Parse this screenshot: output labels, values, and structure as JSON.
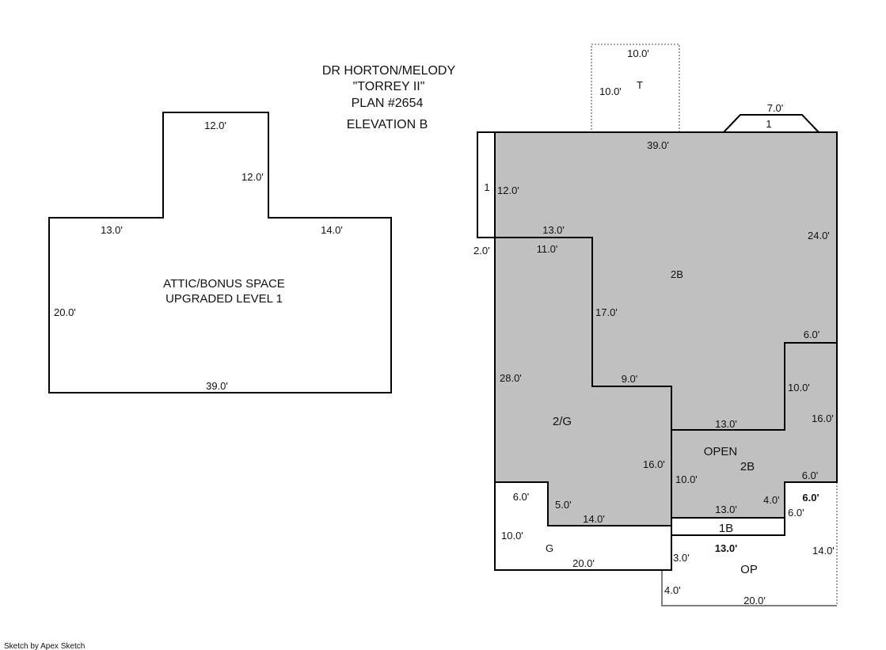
{
  "title": {
    "line1": "DR HORTON/MELODY",
    "line2": "\"TORREY II\"",
    "line3": "PLAN #2654",
    "line4": "ELEVATION B"
  },
  "attic": {
    "label1": "ATTIC/BONUS SPACE",
    "label2": "UPGRADED LEVEL 1",
    "dims": {
      "top": "12.0'",
      "inner_right": "12.0'",
      "left_step": "13.0'",
      "right_step": "14.0'",
      "left": "20.0'",
      "bottom": "39.0'"
    }
  },
  "main": {
    "t_area": {
      "label": "T",
      "top": "10.0'",
      "side": "10.0'"
    },
    "bay": {
      "label": "1",
      "top": "7.0'"
    },
    "side_strip": {
      "label": "1",
      "dim": "12.0'"
    },
    "area_2b": {
      "label": "2B",
      "top": "39.0'",
      "right": "24.0'",
      "d13": "13.0'",
      "d11": "11.0'",
      "d2": "2.0'",
      "d17": "17.0'",
      "d9": "9.0'",
      "d6": "6.0'",
      "d10": "10.0'",
      "d13b": "13.0'",
      "d16": "16.0'"
    },
    "area_2g": {
      "label": "2/G",
      "left": "28.0'",
      "right": "16.0'"
    },
    "open": {
      "label1": "OPEN",
      "label2": "2B",
      "left": "10.0'",
      "bottom": "13.0'",
      "step": "4.0'",
      "right": "6.0'"
    },
    "garage": {
      "label": "G",
      "top": "6.0'",
      "step": "5.0'",
      "inner": "14.0'",
      "left": "10.0'",
      "bottom": "20.0'"
    },
    "one_b": {
      "label": "1B"
    },
    "op": {
      "label": "OP",
      "top": "13.0'",
      "top_right": "6.0'",
      "right_upper": "6.0'",
      "right": "14.0'",
      "left_upper": "3.0'",
      "left": "4.0'",
      "bottom": "20.0'"
    }
  },
  "footer": "Sketch by Apex Sketch",
  "colors": {
    "fill": "#c0c0c0",
    "line": "#000000",
    "dotted": "#808080"
  }
}
